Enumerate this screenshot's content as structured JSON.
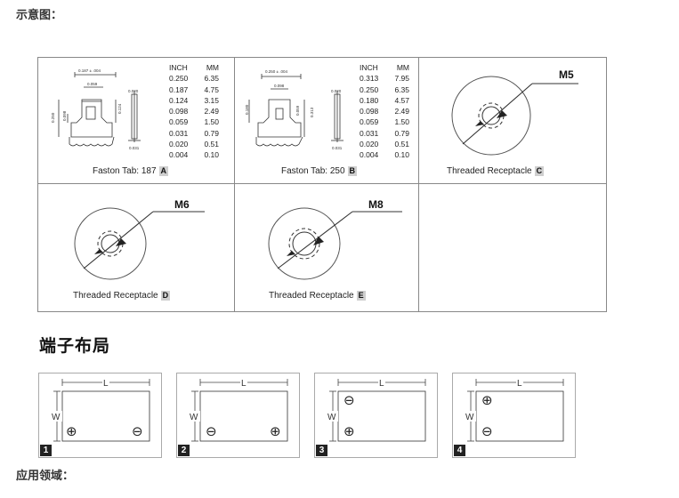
{
  "headings": {
    "diagram": "示意图：",
    "layout": "端子布局",
    "application": "应用领域："
  },
  "table_a": {
    "header": [
      "INCH",
      "MM"
    ],
    "rows": [
      [
        "0.250",
        "6.35"
      ],
      [
        "0.187",
        "4.75"
      ],
      [
        "0.124",
        "3.15"
      ],
      [
        "0.098",
        "2.49"
      ],
      [
        "0.059",
        "1.50"
      ],
      [
        "0.031",
        "0.79"
      ],
      [
        "0.020",
        "0.51"
      ],
      [
        "0.004",
        "0.10"
      ]
    ]
  },
  "table_b": {
    "header": [
      "INCH",
      "MM"
    ],
    "rows": [
      [
        "0.313",
        "7.95"
      ],
      [
        "0.250",
        "6.35"
      ],
      [
        "0.180",
        "4.57"
      ],
      [
        "0.098",
        "2.49"
      ],
      [
        "0.059",
        "1.50"
      ],
      [
        "0.031",
        "0.79"
      ],
      [
        "0.020",
        "0.51"
      ],
      [
        "0.004",
        "0.10"
      ]
    ]
  },
  "panels": {
    "a": {
      "caption": "Faston Tab: 187",
      "badge": "A"
    },
    "b": {
      "caption": "Faston Tab: 250",
      "badge": "B"
    },
    "c": {
      "caption": "Threaded Receptacle",
      "badge": "C",
      "size": "M5"
    },
    "d": {
      "caption": "Threaded Receptacle",
      "badge": "D",
      "size": "M6"
    },
    "e": {
      "caption": "Threaded Receptacle",
      "badge": "E",
      "size": "M8"
    }
  },
  "tab_dims": {
    "a": {
      "top": "0.187 ± .004",
      "mid": "0.059",
      "left": "0.250",
      "inner": "0.098",
      "side": "0.124",
      "right_top": "0.020",
      "right_bottom": "0.031"
    },
    "b": {
      "top": "0.250 ± .004",
      "mid": "0.098",
      "left": "0.180",
      "inner": "0.059",
      "side": "0.313",
      "right_top": "0.020",
      "right_bottom": "0.031"
    }
  },
  "layouts": {
    "length_label": "L",
    "width_label": "W",
    "items": [
      {
        "number": "1",
        "top_left": "",
        "bottom_left": "⊕",
        "bottom_right": "⊖"
      },
      {
        "number": "2",
        "top_left": "",
        "bottom_left": "⊖",
        "bottom_right": "⊕"
      },
      {
        "number": "3",
        "top_left": "⊖",
        "bottom_left": "⊕",
        "bottom_right": ""
      },
      {
        "number": "4",
        "top_left": "⊕",
        "bottom_left": "⊖",
        "bottom_right": ""
      }
    ]
  }
}
